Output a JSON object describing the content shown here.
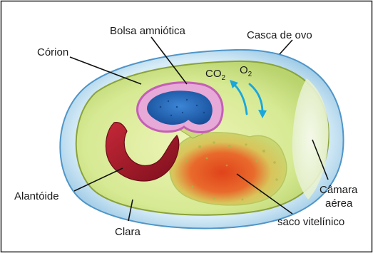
{
  "diagram": {
    "labels": {
      "corion": "Córion",
      "bolsa_amniotica": "Bolsa amniótica",
      "casca_de_ovo": "Casca de ovo",
      "co2": "CO",
      "co2_sub": "2",
      "o2": "O",
      "o2_sub": "2",
      "alantoide": "Alantóide",
      "camara_aerea_line1": "Câmara",
      "camara_aerea_line2": "aérea",
      "clara": "Clara",
      "saco_vitelinico": "saco vitelínico"
    },
    "colors": {
      "shell": "#b9dcef",
      "shell_edge": "#4f95c8",
      "albumen": "#d8eb9a",
      "chorion_line": "#8aa23a",
      "amnion_outer": "#c45fb5",
      "embryo": "#1f63b8",
      "allantois": "#a3182a",
      "yolk_outer": "#c9d66a",
      "yolk_core": "#e2421c",
      "gas_arrows": "#19a7de",
      "air_chamber": "#f2f7ec",
      "frame": "#222222"
    }
  }
}
